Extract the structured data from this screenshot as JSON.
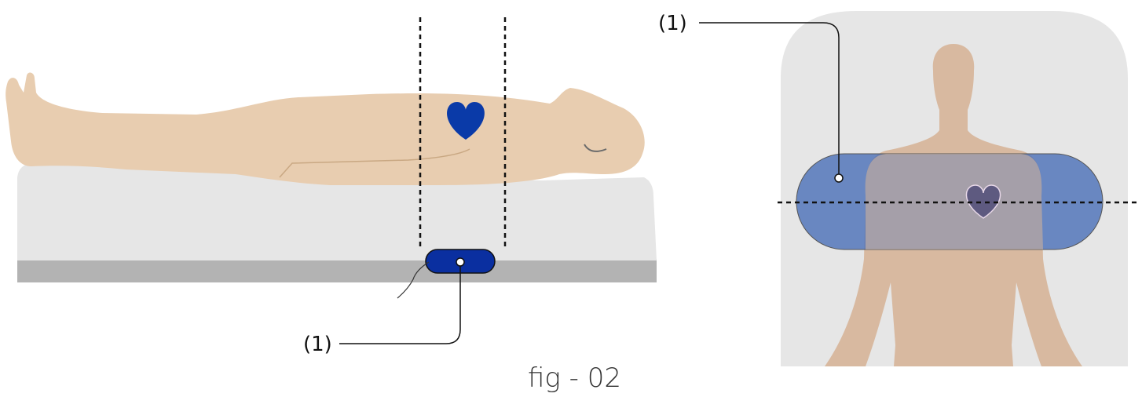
{
  "side_view": {
    "callout_label": "(1)"
  },
  "front_view": {
    "callout_label": "(1)"
  },
  "caption": "fig - 02",
  "colors": {
    "skin": "#e8cdb0",
    "skin_front": "#d8b9a0",
    "mattress": "#e6e6e6",
    "bed_base": "#b3b3b3",
    "device": "#0a2fa0",
    "heart": "#0a3aa8",
    "zone": "#4a6fb8",
    "panel": "#e6e6e6"
  }
}
